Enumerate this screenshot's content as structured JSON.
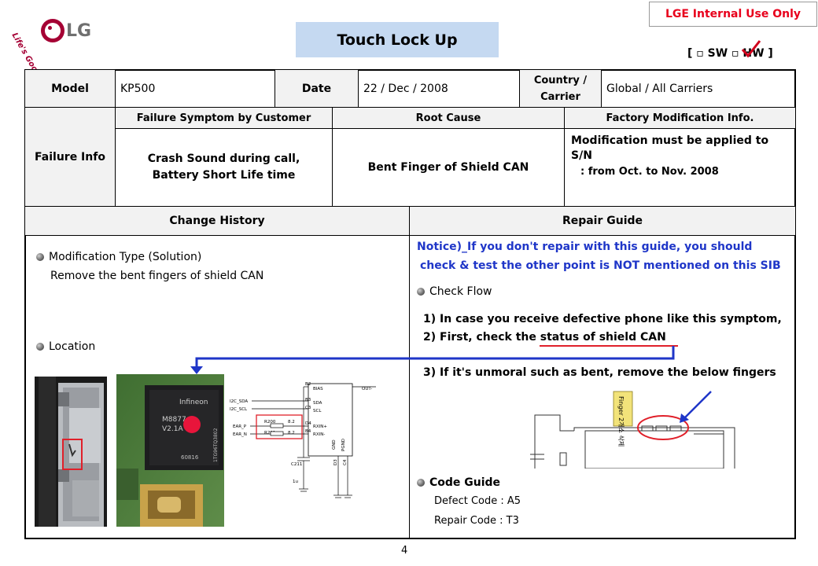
{
  "header": {
    "internal_label": "LGE Internal  Use Only",
    "logo_text": "LG",
    "logo_tagline": "Life's Good",
    "title": "Touch Lock Up",
    "sw_hw": "[ ▫ SW ▫ HW ]"
  },
  "info": {
    "model_label": "Model",
    "model_value": "KP500",
    "date_label": "Date",
    "date_value": "22 / Dec / 2008",
    "country_label": "Country / Carrier",
    "country_value": "Global / All Carriers"
  },
  "failure": {
    "label": "Failure Info",
    "symptom_header": "Failure Symptom by Customer",
    "cause_header": "Root Cause",
    "factory_header": "Factory Modification Info.",
    "symptom_line1": "Crash Sound during call,",
    "symptom_line2": "Battery Short Life time",
    "cause": "Bent Finger of Shield CAN",
    "factory_line1": "Modification must be applied to S/N",
    "factory_line2": ": from Oct. to Nov. 2008"
  },
  "change_history": {
    "header": "Change History",
    "mod_type_title": "Modification Type (Solution)",
    "mod_type_desc": "Remove the bent fingers of shield CAN",
    "location_title": "Location",
    "schematic_labels": {
      "bias": "BIAS",
      "sda": "SDA",
      "scl": "SCL",
      "rxinp": "RXIN+",
      "rxinm": "RXIN-",
      "out": "OUT-",
      "gnd": "GND",
      "pgnd": "PGND",
      "i2c_sda": "I2C_SDA",
      "i2c_scl": "I2C_SCL",
      "ear_p": "EAR_P",
      "ear_n": "EAR_N",
      "r200": "R200",
      "r201": "R201",
      "val1": "8.2",
      "val2": "8.2",
      "c211": "C211",
      "cap": "1u",
      "b2": "B2",
      "b3": "B3",
      "c3": "C3",
      "d4": "D4",
      "b4": "B4",
      "d3": "D3",
      "c4": "C4",
      "chip_line1": "Infineon",
      "chip_line2": "M8877",
      "chip_line3": "V2.1A",
      "chip_line4": "60816",
      "chip_side": "1TG96TQ3802"
    }
  },
  "repair_guide": {
    "header": "Repair Guide",
    "notice_line1": "Notice)_If you don't repair with this guide, you should",
    "notice_line2": "check & test the other point is NOT mentioned on this SIB",
    "check_flow_title": "Check Flow",
    "step1": "1) In case you receive defective phone like this symptom,",
    "step2": "2) First, check the status of shield CAN",
    "step3": "3) If it's unmoral such as bent, remove the below fingers",
    "finger_callout": "Finger 2개소 삭제",
    "code_guide_title": "Code Guide",
    "defect_code": "Defect Code : A5",
    "repair_code": "Repair Code : T3"
  },
  "page_number": "4",
  "colors": {
    "title_bg": "#c5d9f1",
    "internal_text": "#e8001c",
    "notice_text": "#1f36c8",
    "highlight_red": "#e0202a",
    "arrow_blue": "#1f36c8"
  }
}
